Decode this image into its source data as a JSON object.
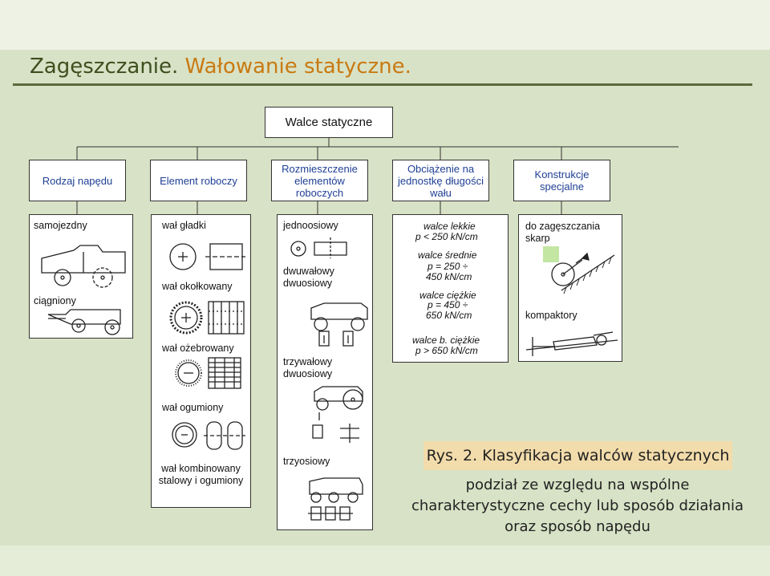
{
  "slide": {
    "title_main": "Zagęszczanie.",
    "title_accent": "Wałowanie statyczne."
  },
  "tree": {
    "root": "Walce statyczne",
    "headers": [
      "Rodzaj napędu",
      "Element roboczy",
      "Rozmieszczenie elementów roboczych",
      "Obciążenie na jednostkę długości wału",
      "Konstrukcje specjalne"
    ]
  },
  "columns": {
    "drive": [
      "samojezdny",
      "ciągniony"
    ],
    "element": [
      "wał gładki",
      "wał okołkowany",
      "wał ożebrowany",
      "wał ogumiony",
      "wał kombinowany stalowy i ogumiony"
    ],
    "arrangement": [
      "jednoosiowy",
      "dwuwałowy dwuosiowy",
      "trzywałowy dwuosiowy",
      "trzyosiowy"
    ],
    "load": [
      {
        "name": "walce lekkie",
        "range": "p < 250 kN/cm"
      },
      {
        "name": "walce średnie",
        "range_a": "p = 250 ÷",
        "range_b": "450 kN/cm"
      },
      {
        "name": "walce ciężkie",
        "range_a": "p = 450 ÷",
        "range_b": "650 kN/cm"
      },
      {
        "name": "walce b. ciężkie",
        "range": "p > 650 kN/cm"
      }
    ],
    "special": [
      "do zagęszczania skarp",
      "kompaktory"
    ]
  },
  "caption": {
    "label": "Rys. 2. Klasyfikacja walców statycznych",
    "note_lines": [
      "podział ze względu na wspólne",
      "charakterystyczne cechy lub sposób działania",
      "oraz sposób napędu"
    ]
  },
  "colors": {
    "background": "#d8e2c6",
    "header_text": "#1f3f95",
    "title": "#3d4f1f",
    "title_accent": "#c97a12",
    "caption_bg": "#f2dcab"
  }
}
